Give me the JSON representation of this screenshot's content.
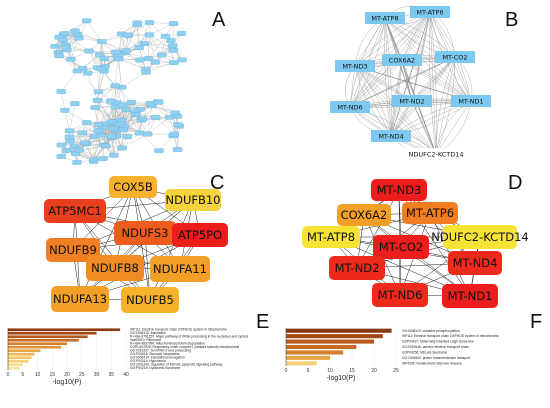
{
  "panels": {
    "A": {
      "letter": "A"
    },
    "B": {
      "letter": "B"
    },
    "C": {
      "letter": "C"
    },
    "D": {
      "letter": "D"
    },
    "E": {
      "letter": "E"
    },
    "F": {
      "letter": "F"
    }
  },
  "networkB": {
    "node_color": "#7dc8ef",
    "edge_color": "#8a8a8a",
    "nodes": [
      "MT-ATP8",
      "MT-ATP6",
      "MT-ND3",
      "COX6A2",
      "MT-CO2",
      "MT-ND2",
      "MT-ND1",
      "MT-ND6",
      "MT-ND4",
      "NDUFC2-KCTD14"
    ]
  },
  "networkC": {
    "edge_color": "#222222",
    "nodes": [
      {
        "label": "COX5B",
        "color": "#f6b22c"
      },
      {
        "label": "NDUFB10",
        "color": "#f7d23a"
      },
      {
        "label": "ATP5MC1",
        "color": "#e8401f"
      },
      {
        "label": "NDUFS3",
        "color": "#ee5d1e"
      },
      {
        "label": "ATP5PO",
        "color": "#ee1d1d"
      },
      {
        "label": "NDUFB9",
        "color": "#f07e22"
      },
      {
        "label": "NDUFB8",
        "color": "#f18b24"
      },
      {
        "label": "NDUFA11",
        "color": "#f29f27"
      },
      {
        "label": "NDUFA13",
        "color": "#f3a028"
      },
      {
        "label": "NDUFB5",
        "color": "#f6b22c"
      }
    ]
  },
  "networkD": {
    "edge_color": "#222222",
    "nodes": [
      {
        "label": "MT-ND3",
        "color": "#ee1d1d"
      },
      {
        "label": "COX6A2",
        "color": "#f29f27"
      },
      {
        "label": "MT-ATP6",
        "color": "#f07e22"
      },
      {
        "label": "MT-ATP8",
        "color": "#f5e436"
      },
      {
        "label": "MT-CO2",
        "color": "#ee1d1d"
      },
      {
        "label": "NDUFC2-KCTD14",
        "color": "#f5e436"
      },
      {
        "label": "MT-ND2",
        "color": "#ee2a1d"
      },
      {
        "label": "MT-ND4",
        "color": "#ee2a1d"
      },
      {
        "label": "MT-ND6",
        "color": "#ee2a1d"
      },
      {
        "label": "MT-ND1",
        "color": "#ee1d1d"
      }
    ]
  },
  "chart_data": [
    {
      "type": "bar",
      "orientation": "horizontal",
      "xlabel": "-log10(P)",
      "xlim": [
        0,
        40
      ],
      "xticks": [
        0,
        5,
        10,
        15,
        20,
        25,
        30,
        35,
        40
      ],
      "categories": [
        "WP111: Electron transport chain OXPHOS system in mitochondria",
        "GO:0006412: translation",
        "R-HSA-8791220: Major pathway of rRNA processing in the nucleolus and cytosol",
        "hsa03010: Ribosome",
        "R-HSA-9837999: Mitochondrial protein degradation",
        "CORUM:2926: Respiratory chain complex I (lambda subunit) mitochondrial",
        "GO:0010257: ta-mRNA 3'-end processing",
        "GO:P00615: Stomach Neoplasms",
        "GO:0006414: translational elongation",
        "GO:P00314: Hypoxemia",
        "GO:2001243: regulation of intrinsic apoptotic signaling pathway",
        "GO:P00219: Dyskinetic Syndrome"
      ],
      "values": [
        38,
        30,
        27,
        24,
        20,
        18,
        11,
        9,
        8,
        7,
        5,
        4
      ],
      "colors": [
        "#8a3a12",
        "#a24a16",
        "#b65a1e",
        "#c86b25",
        "#d6802f",
        "#e0933a",
        "#e8a646",
        "#efb655",
        "#f2c464",
        "#f4d078",
        "#f6db8e",
        "#f7e3a2"
      ]
    },
    {
      "type": "bar",
      "orientation": "horizontal",
      "xlabel": "-log10(P)",
      "xlim": [
        0,
        25
      ],
      "xticks": [
        0,
        5,
        10,
        15,
        20,
        25
      ],
      "categories": [
        "GO:0006119: oxidative phosphorylation",
        "WP111: Electron transport chain OXPHOS system in mitochondria",
        "GDP04437: Maternally Inherited Leigh Syndrome",
        "GO:0019646: aerobic electron transport chain",
        "GDP04256: MELAS Syndrome",
        "GO:1902600: proton transmembrane transport",
        "WP4396: Nonalcoholic fatty liver disease"
      ],
      "values": [
        24,
        22,
        20,
        16,
        13,
        10,
        7
      ],
      "colors": [
        "#8a3a12",
        "#a24a16",
        "#b65a1e",
        "#c86b25",
        "#d6802f",
        "#e8a646",
        "#f4d078"
      ]
    }
  ]
}
